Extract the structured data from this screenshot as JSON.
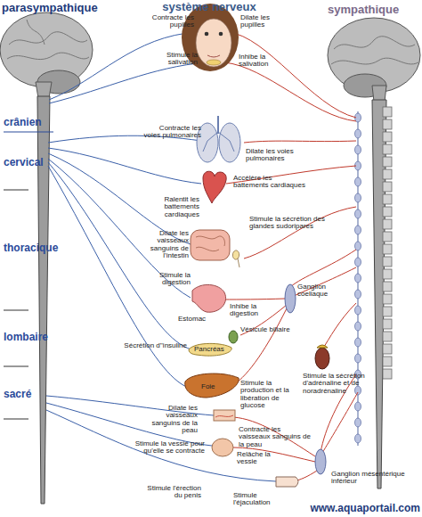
{
  "diagram": {
    "title": "système nerveux",
    "labels": [
      "parasympathique",
      "sympathique",
      "crânien",
      "cervical",
      "thoracique",
      "lombaire",
      "sacré",
      "Contracte les pupilles",
      "Dilate les pupilles",
      "Stimule la salivation",
      "Inhibe la salivation",
      "Contracte les voies pulmonaires",
      "Dilate les voies pulmonaires",
      "Accélère les battements cardiaques",
      "Ralentit les battements cardiaques",
      "Stimule la sécrétion des glandes sudoripares",
      "Dilate les vaisseaux sanguins de l'intestin",
      "Stimule la digestion",
      "Ganglion coeliaque",
      "Inhibe la digestion",
      "Estomac",
      "Vésicule biliaire",
      "Sécrétion d''insuline",
      "Pancréas",
      "Foie",
      "Stimule la production et la libération de glucose",
      "Stimule la sécrétion d'adrénaline et de noradrénaline",
      "Dilate les vaisseaux sanguins de la peau",
      "Contracte les vaisseaux sanguins de la peau",
      "Stimule la vessie pour qu'elle se contracte",
      "Relâche la vessie",
      "Ganglion mésentérique inférieur",
      "Stimule l'érection du penis",
      "Stimule l'éjaculation",
      "www.aquaportail.com"
    ]
  }
}
